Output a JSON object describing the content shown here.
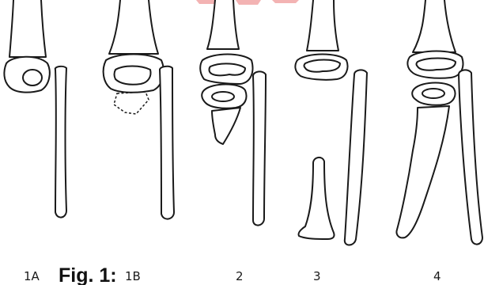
{
  "figure": {
    "caption": "Fig. 1:",
    "panel_labels": [
      "1A",
      "1B",
      "2",
      "3",
      "4"
    ],
    "banner_color": "#f3b3b3"
  }
}
